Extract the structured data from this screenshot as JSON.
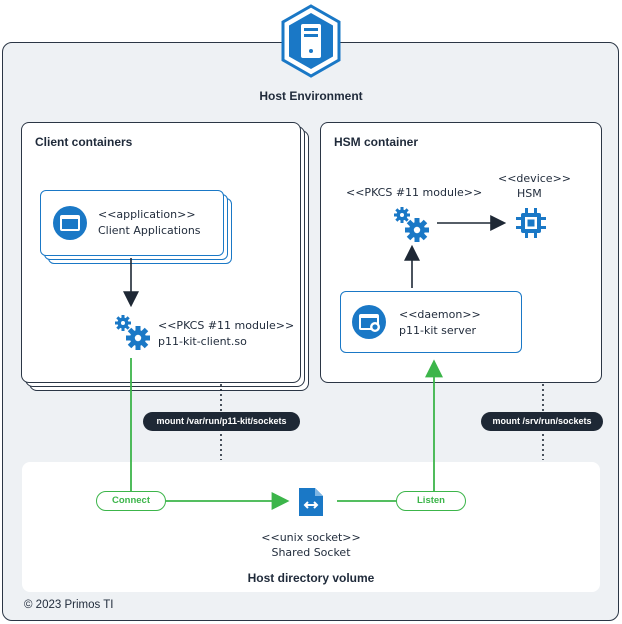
{
  "host_environment": {
    "title": "Host Environment"
  },
  "client_containers": {
    "title": "Client containers",
    "application": {
      "stereotype": "<<application>>",
      "name": "Client Applications"
    },
    "module": {
      "stereotype": "<<PKCS #11 module>>",
      "name": "p11-kit-client.so"
    },
    "mount": "mount /var/run/p11-kit/sockets"
  },
  "hsm_container": {
    "title": "HSM container",
    "module": {
      "stereotype": "<<PKCS #11 module>>"
    },
    "device": {
      "stereotype": "<<device>>",
      "name": "HSM"
    },
    "daemon": {
      "stereotype": "<<daemon>>",
      "name": "p11-kit server"
    },
    "mount": "mount /srv/run/sockets"
  },
  "volume": {
    "title": "Host directory volume",
    "socket": {
      "stereotype": "<<unix socket>>",
      "name": "Shared Socket"
    },
    "connect_label": "Connect",
    "listen_label": "Listen"
  },
  "footer": {
    "copyright": "© 2023 Primos TI"
  },
  "colors": {
    "blue": "#1a78c6",
    "green": "#3cb54a",
    "dark": "#1e2835",
    "bg": "#eef1f4"
  },
  "icons": [
    "server-icon",
    "window-icon",
    "gears-icon",
    "chip-icon",
    "socket-file-icon"
  ]
}
